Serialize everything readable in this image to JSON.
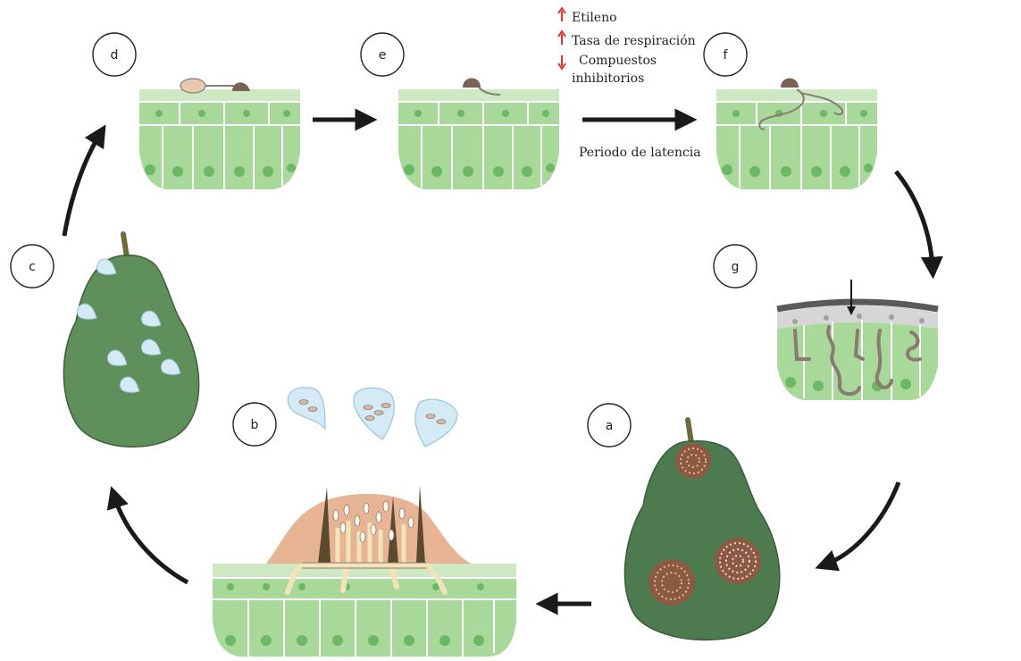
{
  "stages": {
    "a": "a",
    "b": "b",
    "c": "c",
    "d": "d",
    "e": "e",
    "f": "f",
    "g": "g"
  },
  "annotations": {
    "ethylene": "Etileno",
    "respiration": "Tasa de respiración",
    "inhibitory_line1": "Compuestos",
    "inhibitory_line2": "inhibitorios",
    "latency": "Periodo de latencia"
  },
  "colors": {
    "tissue_light": "#cfe8c4",
    "tissue": "#a8d89a",
    "tissue_dark": "#7cc070",
    "nucleus": "#6cb865",
    "fruit": "#5f8f5a",
    "fruit_dark": "#4e7a50",
    "spore": "#d4ebf5",
    "hypha": "#8a7a72",
    "lesion": "#8b5a42",
    "arrow": "#1a1a1a",
    "increase": "#e03030",
    "decrease": "#e03030"
  }
}
